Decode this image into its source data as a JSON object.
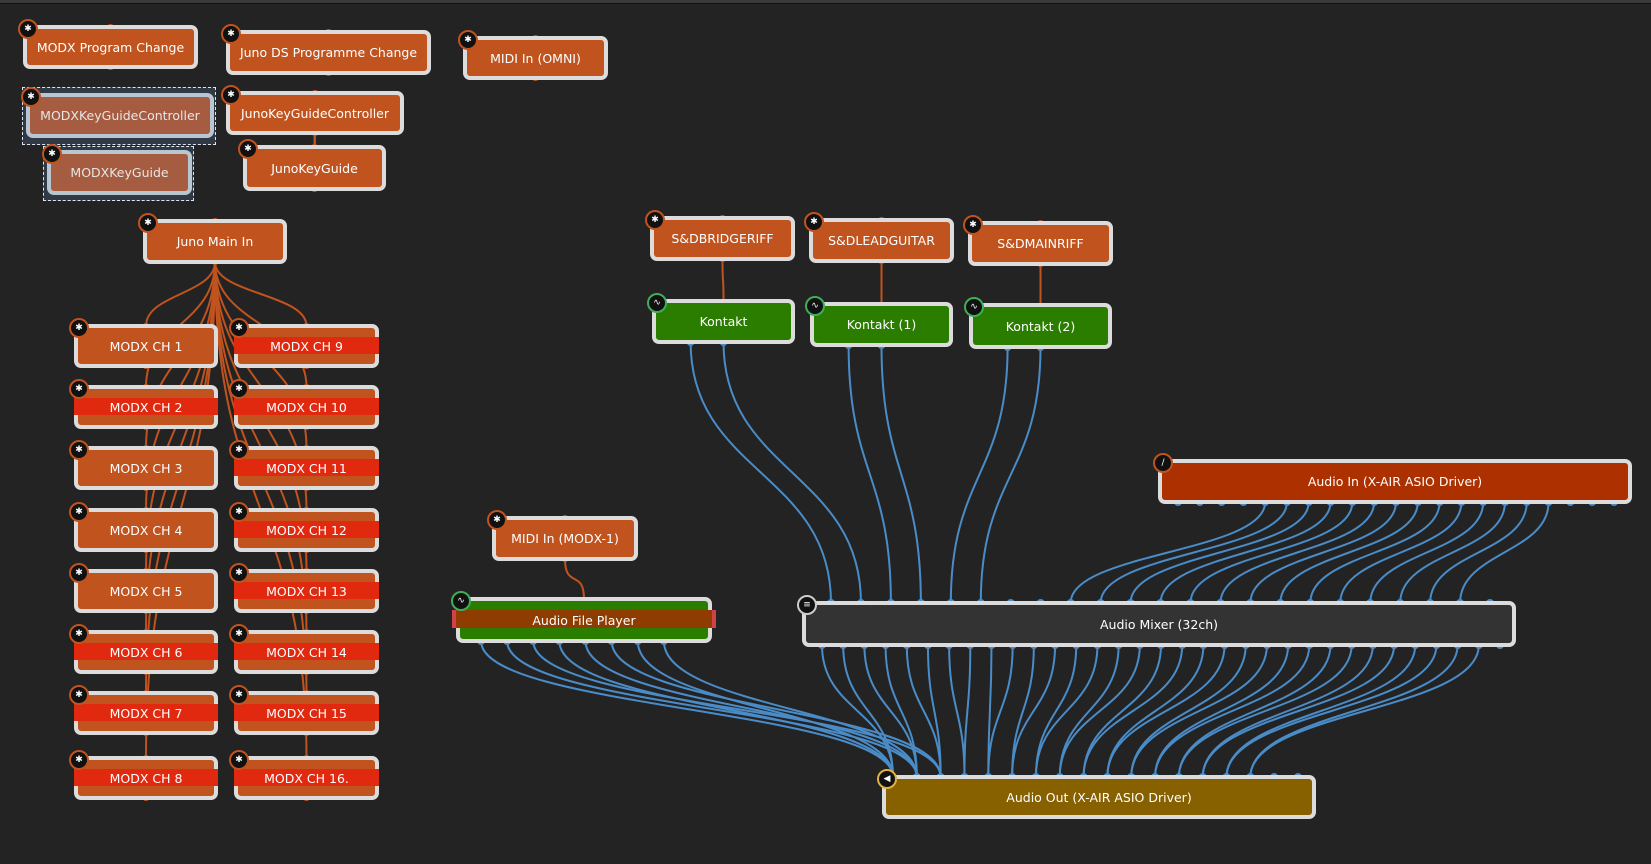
{
  "colors": {
    "background": "#232323",
    "midi_node": "#c0531e",
    "midi_wire": "#c0531e",
    "audio_wire": "#4a8cc8",
    "instrument": "#2b7d00",
    "mixer": "#333333",
    "audio_in": "#ac3000",
    "audio_out": "#876000",
    "highlight_stripe": "#e0290f"
  },
  "nodes": [
    {
      "id": "modx-pc",
      "label": "MODX Program Change",
      "kind": "midi",
      "icon": "midi-port-icon"
    },
    {
      "id": "juno-pc",
      "label": "Juno DS Programme Change",
      "kind": "midi",
      "icon": "midi-port-icon"
    },
    {
      "id": "midi-omni",
      "label": "MIDI In (OMNI)",
      "kind": "midi",
      "icon": "midi-port-icon"
    },
    {
      "id": "modx-kgc",
      "label": "MODXKeyGuideController",
      "kind": "midi",
      "icon": "midi-port-icon",
      "selected": true
    },
    {
      "id": "modx-kg",
      "label": "MODXKeyGuide",
      "kind": "midi",
      "icon": "midi-port-icon",
      "selected": true
    },
    {
      "id": "juno-kgc",
      "label": "JunoKeyGuideController",
      "kind": "midi",
      "icon": "midi-port-icon"
    },
    {
      "id": "juno-kg",
      "label": "JunoKeyGuide",
      "kind": "midi",
      "icon": "midi-port-icon"
    },
    {
      "id": "juno-main",
      "label": "Juno Main In",
      "kind": "midi",
      "icon": "midi-port-icon"
    },
    {
      "id": "ch1",
      "label": "MODX CH 1",
      "kind": "midi",
      "icon": "midi-port-icon",
      "highlight": false
    },
    {
      "id": "ch2",
      "label": "MODX CH 2",
      "kind": "midi",
      "icon": "midi-port-icon",
      "highlight": true
    },
    {
      "id": "ch3",
      "label": "MODX CH 3",
      "kind": "midi",
      "icon": "midi-port-icon",
      "highlight": false
    },
    {
      "id": "ch4",
      "label": "MODX CH 4",
      "kind": "midi",
      "icon": "midi-port-icon",
      "highlight": false
    },
    {
      "id": "ch5",
      "label": "MODX CH 5",
      "kind": "midi",
      "icon": "midi-port-icon",
      "highlight": false
    },
    {
      "id": "ch6",
      "label": "MODX CH 6",
      "kind": "midi",
      "icon": "midi-port-icon",
      "highlight": true
    },
    {
      "id": "ch7",
      "label": "MODX CH 7",
      "kind": "midi",
      "icon": "midi-port-icon",
      "highlight": true
    },
    {
      "id": "ch8",
      "label": "MODX CH 8",
      "kind": "midi",
      "icon": "midi-port-icon",
      "highlight": true
    },
    {
      "id": "ch9",
      "label": "MODX CH 9",
      "kind": "midi",
      "icon": "midi-port-icon",
      "highlight": true
    },
    {
      "id": "ch10",
      "label": "MODX CH 10",
      "kind": "midi",
      "icon": "midi-port-icon",
      "highlight": true
    },
    {
      "id": "ch11",
      "label": "MODX CH 11",
      "kind": "midi",
      "icon": "midi-port-icon",
      "highlight": true
    },
    {
      "id": "ch12",
      "label": "MODX CH 12",
      "kind": "midi",
      "icon": "midi-port-icon",
      "highlight": true
    },
    {
      "id": "ch13",
      "label": "MODX CH 13",
      "kind": "midi",
      "icon": "midi-port-icon",
      "highlight": true
    },
    {
      "id": "ch14",
      "label": "MODX CH 14",
      "kind": "midi",
      "icon": "midi-port-icon",
      "highlight": true
    },
    {
      "id": "ch15",
      "label": "MODX CH 15",
      "kind": "midi",
      "icon": "midi-port-icon",
      "highlight": true
    },
    {
      "id": "ch16",
      "label": "MODX CH 16.",
      "kind": "midi",
      "icon": "midi-port-icon",
      "highlight": true
    },
    {
      "id": "sd-bridge",
      "label": "S&DBRIDGERIFF",
      "kind": "midi",
      "icon": "midi-port-icon"
    },
    {
      "id": "sd-lead",
      "label": "S&DLEADGUITAR",
      "kind": "midi",
      "icon": "midi-port-icon"
    },
    {
      "id": "sd-main",
      "label": "S&DMAINRIFF",
      "kind": "midi",
      "icon": "midi-port-icon"
    },
    {
      "id": "kontakt0",
      "label": "Kontakt",
      "kind": "instrument",
      "icon": "waveform-icon"
    },
    {
      "id": "kontakt1",
      "label": "Kontakt (1)",
      "kind": "instrument",
      "icon": "waveform-icon"
    },
    {
      "id": "kontakt2",
      "label": "Kontakt (2)",
      "kind": "instrument",
      "icon": "waveform-icon"
    },
    {
      "id": "midi-modx1",
      "label": "MIDI In (MODX-1)",
      "kind": "midi",
      "icon": "midi-port-icon"
    },
    {
      "id": "player",
      "label": "Audio File Player",
      "kind": "player",
      "icon": "waveform-icon",
      "highlight": true
    },
    {
      "id": "audio-in",
      "label": "Audio In (X-AIR ASIO Driver)",
      "kind": "audioin",
      "icon": "microphone-icon"
    },
    {
      "id": "mixer",
      "label": "Audio Mixer (32ch)",
      "kind": "mixer",
      "icon": "mixer-sliders-icon"
    },
    {
      "id": "audio-out",
      "label": "Audio Out (X-AIR ASIO Driver)",
      "kind": "audioout",
      "icon": "speaker-icon"
    }
  ],
  "midi_connections": [
    [
      "modx-kgc",
      "modx-kg"
    ],
    [
      "juno-kgc",
      "juno-kg"
    ],
    [
      "juno-main",
      "ch1"
    ],
    [
      "juno-main",
      "ch2"
    ],
    [
      "juno-main",
      "ch3"
    ],
    [
      "juno-main",
      "ch4"
    ],
    [
      "juno-main",
      "ch5"
    ],
    [
      "juno-main",
      "ch6"
    ],
    [
      "juno-main",
      "ch7"
    ],
    [
      "juno-main",
      "ch8"
    ],
    [
      "juno-main",
      "ch9"
    ],
    [
      "juno-main",
      "ch10"
    ],
    [
      "juno-main",
      "ch11"
    ],
    [
      "juno-main",
      "ch12"
    ],
    [
      "juno-main",
      "ch13"
    ],
    [
      "juno-main",
      "ch14"
    ],
    [
      "juno-main",
      "ch15"
    ],
    [
      "juno-main",
      "ch16"
    ],
    [
      "sd-bridge",
      "kontakt0"
    ],
    [
      "sd-lead",
      "kontakt1"
    ],
    [
      "sd-main",
      "kontakt2"
    ],
    [
      "midi-modx1",
      "player"
    ]
  ]
}
